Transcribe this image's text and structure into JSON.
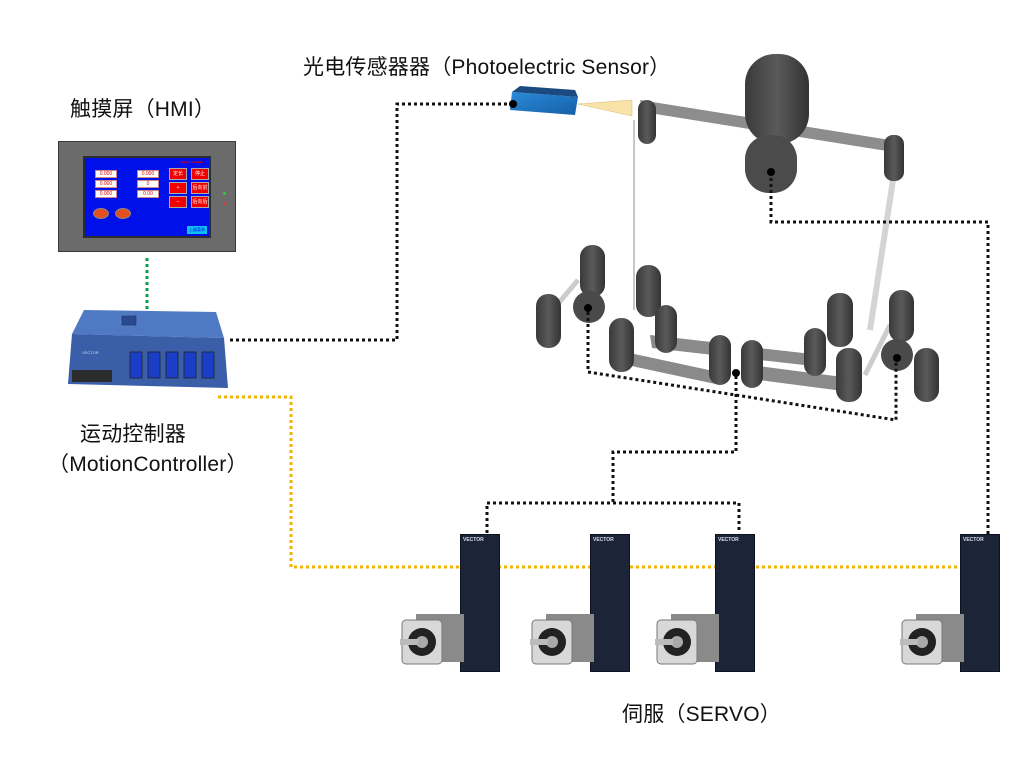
{
  "labels": {
    "hmi": "触摸屏（HMI）",
    "sensor": "光电传感器器（Photoelectric Sensor）",
    "controller_cn": "运动控制器",
    "controller_en": "（MotionController）",
    "servo": "伺服（SERVO）"
  },
  "hmi_screen": {
    "fields_left": [
      "0.000",
      "0.000",
      "0.000"
    ],
    "fields_mid": [
      "0.000",
      "0",
      "0.00"
    ],
    "buttons": [
      "定长",
      "停止",
      "+",
      "后向前",
      "−",
      "后向后"
    ],
    "bottom_button": "上级菜单"
  },
  "brand": "VECTOR",
  "colors": {
    "hmi_link": "#00a050",
    "serial_link": "#111111",
    "bus_link": "#f0b400",
    "hmi_screen": "#0010e8",
    "sensor_body": "#1e7cc8",
    "roller": "#4a4a4a",
    "web": "#9a9a9a"
  },
  "servo_count": 4
}
